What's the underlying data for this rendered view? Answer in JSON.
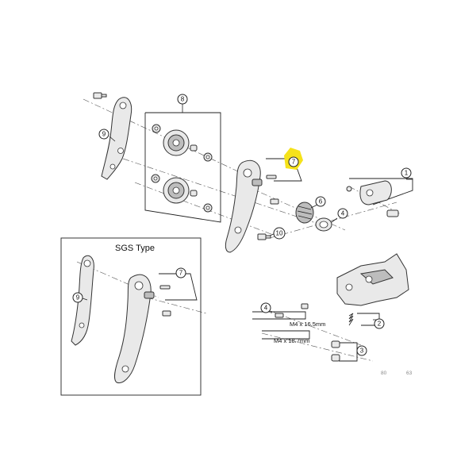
{
  "callouts": {
    "c1": "1",
    "c2": "2",
    "c3": "3",
    "c4": "4",
    "c6": "6",
    "c7": "7",
    "c7_sgs": "7",
    "c8": "8",
    "c9": "9",
    "c9_sgs": "9",
    "c10": "10"
  },
  "sgs_box": {
    "title": "SGS Type"
  },
  "screw_labels": {
    "m4_165": "M4 x 16.5mm",
    "m4_187": "M4 x 18.7mm"
  },
  "corner_marks": {
    "left": "80",
    "right": "63"
  },
  "highlight_color": "#f5e21a"
}
